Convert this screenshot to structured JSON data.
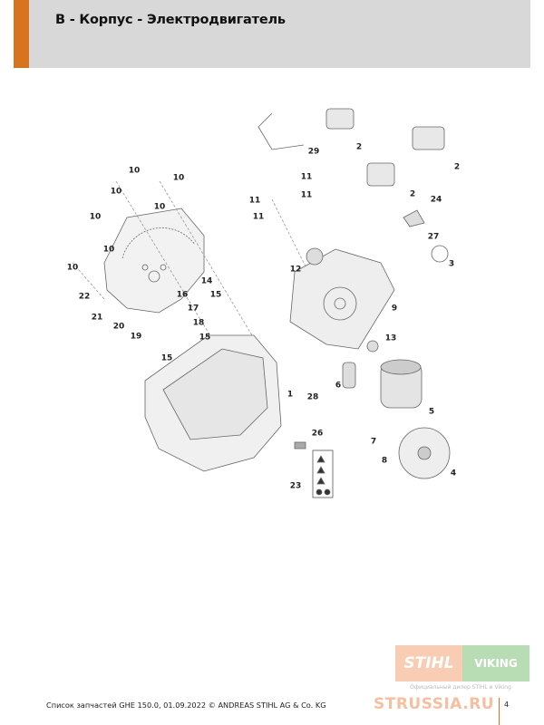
{
  "header": {
    "title": "B - Корпус - Электродвигатель"
  },
  "diagram": {
    "callouts": [
      "10",
      "10",
      "10",
      "10",
      "10",
      "10",
      "10",
      "11",
      "11",
      "11",
      "11",
      "29",
      "2",
      "2",
      "2",
      "24",
      "27",
      "3",
      "12",
      "9",
      "14",
      "16",
      "15",
      "15",
      "15",
      "17",
      "18",
      "22",
      "21",
      "20",
      "19",
      "13",
      "1",
      "6",
      "28",
      "5",
      "26",
      "7",
      "8",
      "4",
      "23"
    ]
  },
  "footer": {
    "text": "Список запчастей GHE 150.0, 01.09.2022 © ANDREAS STIHL AG & Co. KG",
    "page": "4"
  },
  "watermark": {
    "stihl": "STIHL",
    "viking": "VIKING",
    "dealer": "Официальный дилер STIHL и Viking",
    "site": "STRUSSIA.RU"
  },
  "colors": {
    "accent": "#d9741e",
    "header_bg": "#d8d8d8"
  }
}
